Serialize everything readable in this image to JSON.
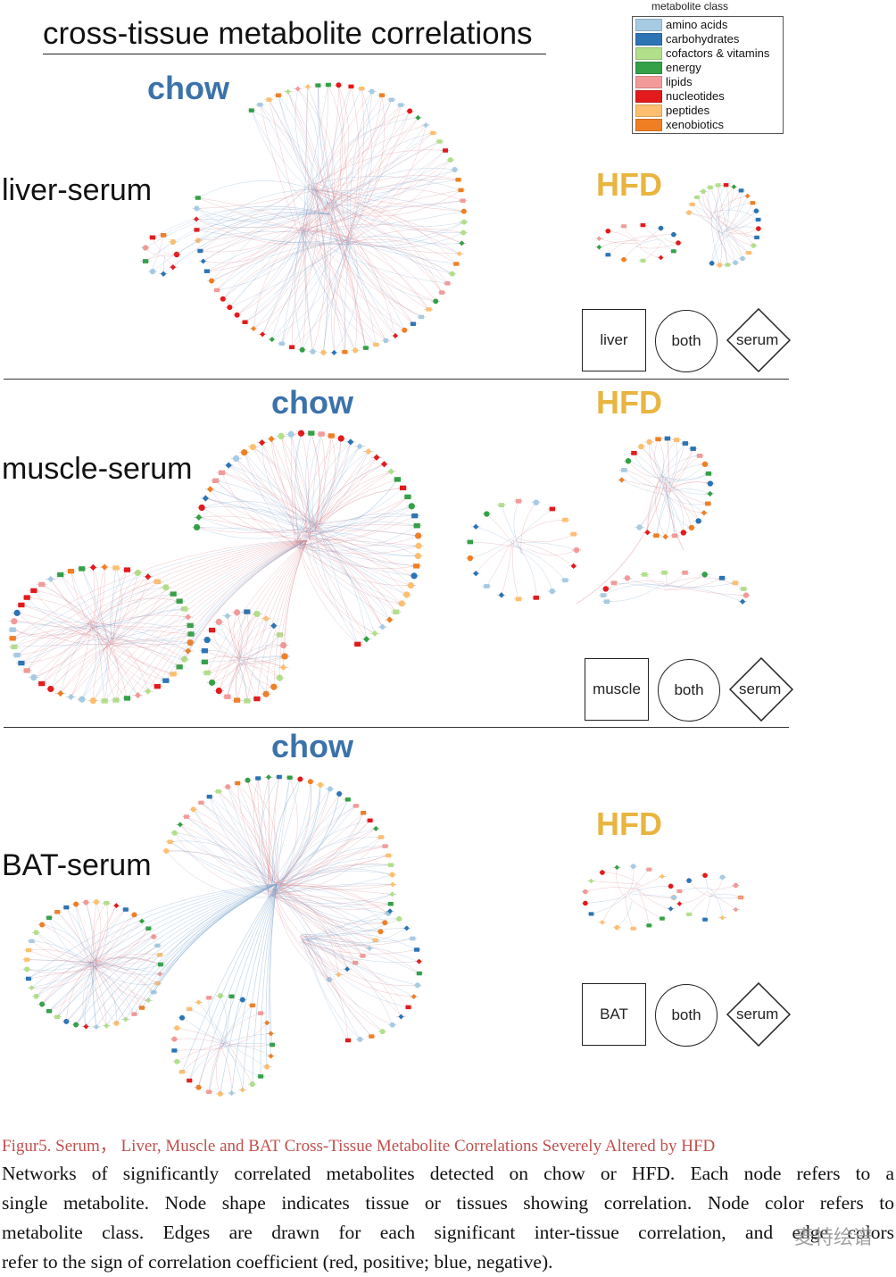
{
  "title": "cross-tissue metabolite correlations",
  "legend": {
    "title": "metabolite class",
    "items": [
      {
        "label": "amino acids",
        "color": "#a6cbe3"
      },
      {
        "label": "carbohydrates",
        "color": "#2c74b4"
      },
      {
        "label": "cofactors & vitamins",
        "color": "#b2df8a"
      },
      {
        "label": "energy",
        "color": "#34a048"
      },
      {
        "label": "lipids",
        "color": "#f29a9a"
      },
      {
        "label": "nucleotides",
        "color": "#e31a1c"
      },
      {
        "label": "peptides",
        "color": "#fdbf6f"
      },
      {
        "label": "xenobiotics",
        "color": "#f07f24"
      }
    ]
  },
  "edge_colors": {
    "positive": "#d9828c",
    "negative": "#7fa6cf"
  },
  "panels": [
    {
      "id": "liver",
      "row_label": "liver-serum",
      "chow_label": "chow",
      "hfd_label": "HFD",
      "shapes": {
        "square": "liver",
        "circle": "both",
        "diamond": "serum"
      }
    },
    {
      "id": "muscle",
      "row_label": "muscle-serum",
      "chow_label": "chow",
      "hfd_label": "HFD",
      "shapes": {
        "square": "muscle",
        "circle": "both",
        "diamond": "serum"
      }
    },
    {
      "id": "bat",
      "row_label": "BAT-serum",
      "chow_label": "chow",
      "hfd_label": "HFD",
      "shapes": {
        "square": "BAT",
        "circle": "both",
        "diamond": "serum"
      }
    }
  ],
  "caption": {
    "title": "Figur5. Serum，  Liver,   Muscle   and    BAT  Cross-Tissue  Metabolite  Correlations  Severely Altered by HFD",
    "lines": [
      "Networks of significantly correlated metabolites detected on chow or HFD. Each node refers to a",
      "single metabolite. Node shape indicates tissue or tissues showing correlation. Node color refers to",
      "metabolite class. Edges are drawn for each significant inter-tissue correlation, and edge colors",
      "refer to the sign of correlation coefficient (red, positive; blue, negative)."
    ]
  },
  "watermark": "麦特绘谱"
}
